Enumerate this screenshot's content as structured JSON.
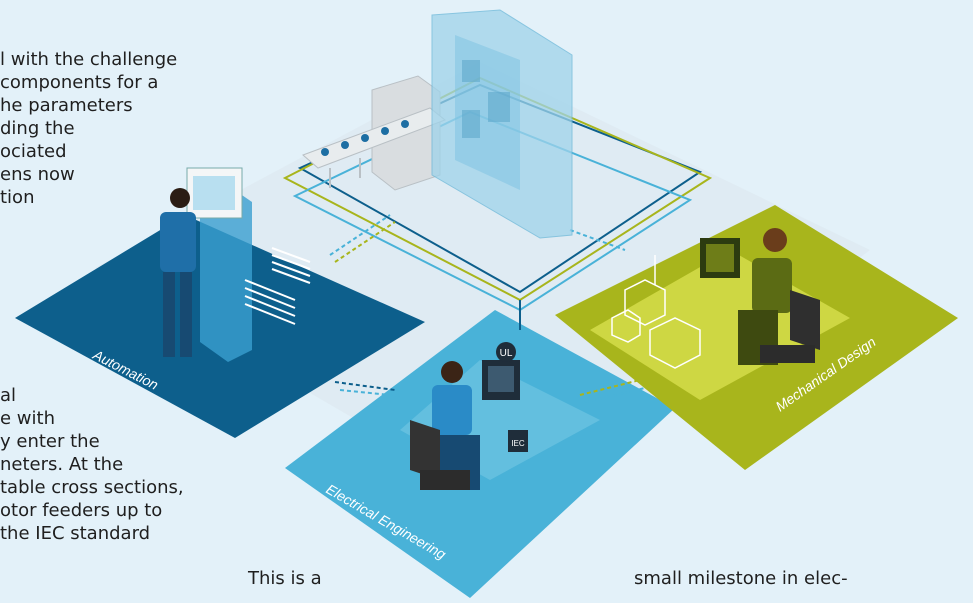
{
  "text_left_top": [
    "l with the challenge",
    "components for a",
    "he parameters",
    "ding the",
    "ociated",
    "ens now",
    "tion"
  ],
  "text_left_bottom": [
    "al",
    "e with",
    "y enter the",
    "neters. At the",
    "table cross sections,",
    "otor feeders up to",
    "the IEC standard"
  ],
  "text_bottom_middle": "This is a",
  "text_bottom_right": "small milestone in elec-",
  "zones": {
    "automation": "Automation",
    "electrical": "Electrical Engineering",
    "mechanical": "Mechanical Design"
  },
  "badges": {
    "ul": "UL",
    "iec": "IEC"
  },
  "colors": {
    "background": "#e3f1f9",
    "automation": "#0d5f8c",
    "electrical": "#49b2d8",
    "mechanical": "#a8b51c",
    "cabinet": "#9fd3ea"
  }
}
